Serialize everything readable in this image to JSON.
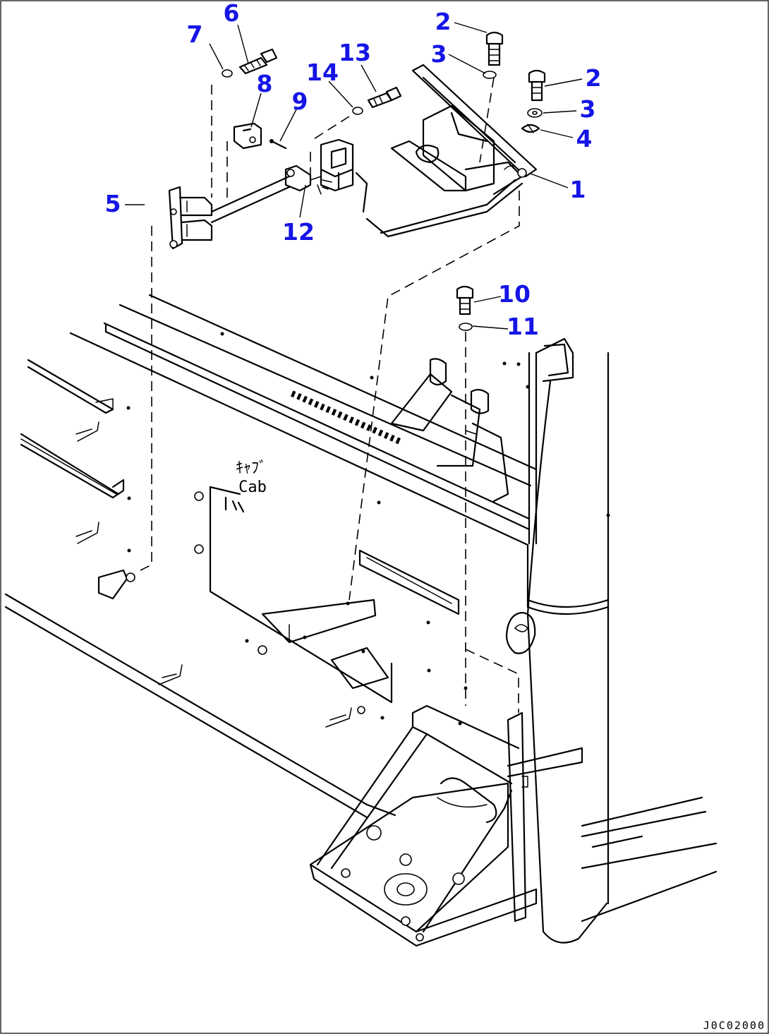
{
  "diagram": {
    "callouts": [
      {
        "id": "1",
        "label": "1"
      },
      {
        "id": "2a",
        "label": "2"
      },
      {
        "id": "2b",
        "label": "2"
      },
      {
        "id": "3a",
        "label": "3"
      },
      {
        "id": "3b",
        "label": "3"
      },
      {
        "id": "4",
        "label": "4"
      },
      {
        "id": "5",
        "label": "5"
      },
      {
        "id": "6",
        "label": "6"
      },
      {
        "id": "7",
        "label": "7"
      },
      {
        "id": "8",
        "label": "8"
      },
      {
        "id": "9",
        "label": "9"
      },
      {
        "id": "10",
        "label": "10"
      },
      {
        "id": "11",
        "label": "11"
      },
      {
        "id": "12",
        "label": "12"
      },
      {
        "id": "13",
        "label": "13"
      },
      {
        "id": "14",
        "label": "14"
      }
    ],
    "cab_label_jp": "ｷｬﾌﾞ",
    "cab_label_en": "Cab",
    "drawing_number": "J0C02000",
    "callout_color": "#1515e6",
    "line_color": "#000000"
  }
}
